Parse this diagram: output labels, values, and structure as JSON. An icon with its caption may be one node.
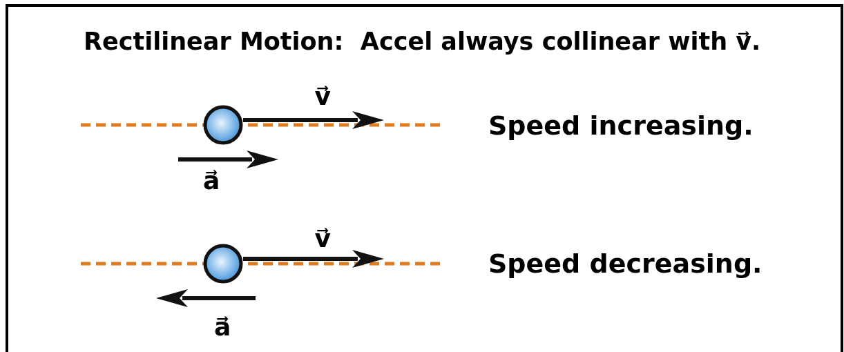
{
  "diagram": {
    "title": "Rectilinear Motion:  Accel always collinear with v⃗.",
    "labels": [
      "v⃗",
      "Speed increasing.",
      "a⃗",
      "v⃗",
      "Speed decreasing.",
      "a⃗"
    ]
  }
}
